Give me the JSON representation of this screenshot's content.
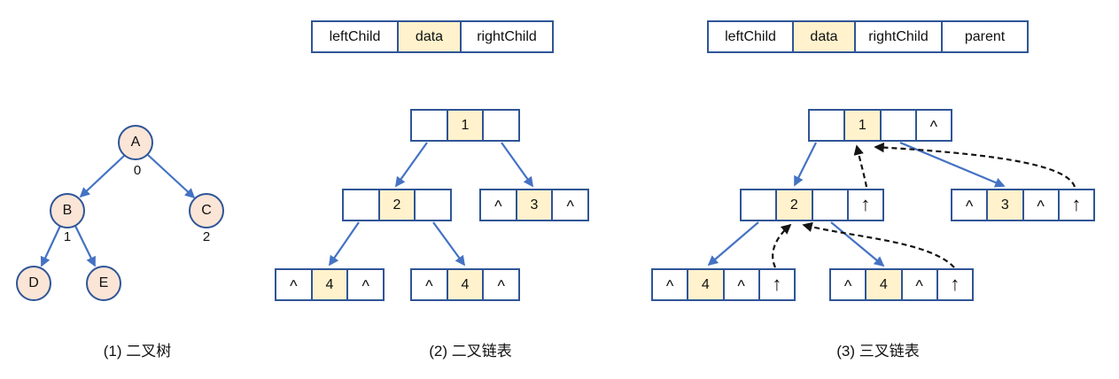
{
  "colors": {
    "box_border": "#2F5597",
    "highlight_fill": "#FFF2CC",
    "circle_fill": "#FBE5D6",
    "arrow_blue": "#4472C4",
    "parent_pointer_black": "#141414"
  },
  "legend_binary": {
    "cells": [
      "leftChild",
      "data",
      "rightChild"
    ]
  },
  "legend_triple": {
    "cells": [
      "leftChild",
      "data",
      "rightChild",
      "parent"
    ]
  },
  "binary_tree": {
    "caption": "(1) 二叉树",
    "nodes": [
      {
        "label": "A"
      },
      {
        "label": "B"
      },
      {
        "label": "C"
      },
      {
        "label": "D"
      },
      {
        "label": "E"
      }
    ],
    "edge_labels": [
      "0",
      "1",
      "2"
    ]
  },
  "binary_list": {
    "caption": "(2) 二叉链表",
    "node1": [
      "",
      "1",
      ""
    ],
    "node2": [
      "",
      "2",
      ""
    ],
    "node3": [
      "^",
      "3",
      "^"
    ],
    "node4": [
      "^",
      "4",
      "^"
    ],
    "node5": [
      "^",
      "4",
      "^"
    ]
  },
  "triple_list": {
    "caption": "(3) 三叉链表",
    "node1": [
      "",
      "1",
      "",
      "^"
    ],
    "node2": [
      "",
      "2",
      "",
      "↑"
    ],
    "node3": [
      "^",
      "3",
      "^",
      "↑"
    ],
    "node4": [
      "^",
      "4",
      "^",
      "↑"
    ],
    "node5": [
      "^",
      "4",
      "^",
      "↑"
    ]
  }
}
